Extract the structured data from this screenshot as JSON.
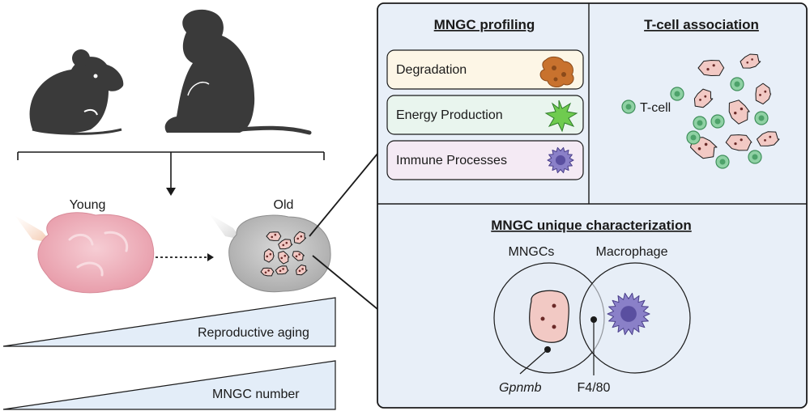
{
  "left": {
    "young_label": "Young",
    "old_label": "Old",
    "wedges": [
      {
        "label": "Reproductive aging"
      },
      {
        "label": "MNGC number"
      }
    ]
  },
  "panels": {
    "profiling": {
      "title": "MNGC profiling",
      "items": [
        {
          "label": "Degradation",
          "color": "#fdf6e6",
          "icon": "degradation-icon"
        },
        {
          "label": "Energy Production",
          "color": "#e9f5ee",
          "icon": "energy-burst-icon"
        },
        {
          "label": "Immune Processes",
          "color": "#f4eaf4",
          "icon": "immune-cell-icon"
        }
      ]
    },
    "tcell": {
      "title": "T-cell association",
      "legend_label": "T-cell"
    },
    "characterization": {
      "title": "MNGC unique characterization",
      "left_circle_label": "MNGCs",
      "right_circle_label": "Macrophage",
      "marker_left": "Gpnmb",
      "marker_right": "F4/80"
    }
  },
  "colors": {
    "panel_fill": "#e8eff8",
    "panel_border": "#1a1a1a",
    "silhouette": "#3a3a3a",
    "ovary_pink": "#f0b8c2",
    "mngc_fill": "#f2c9c4",
    "tcell_green": "#8fd1a4",
    "macrophage": "#8a80c8",
    "wedge_fill": "#e3edf8"
  }
}
